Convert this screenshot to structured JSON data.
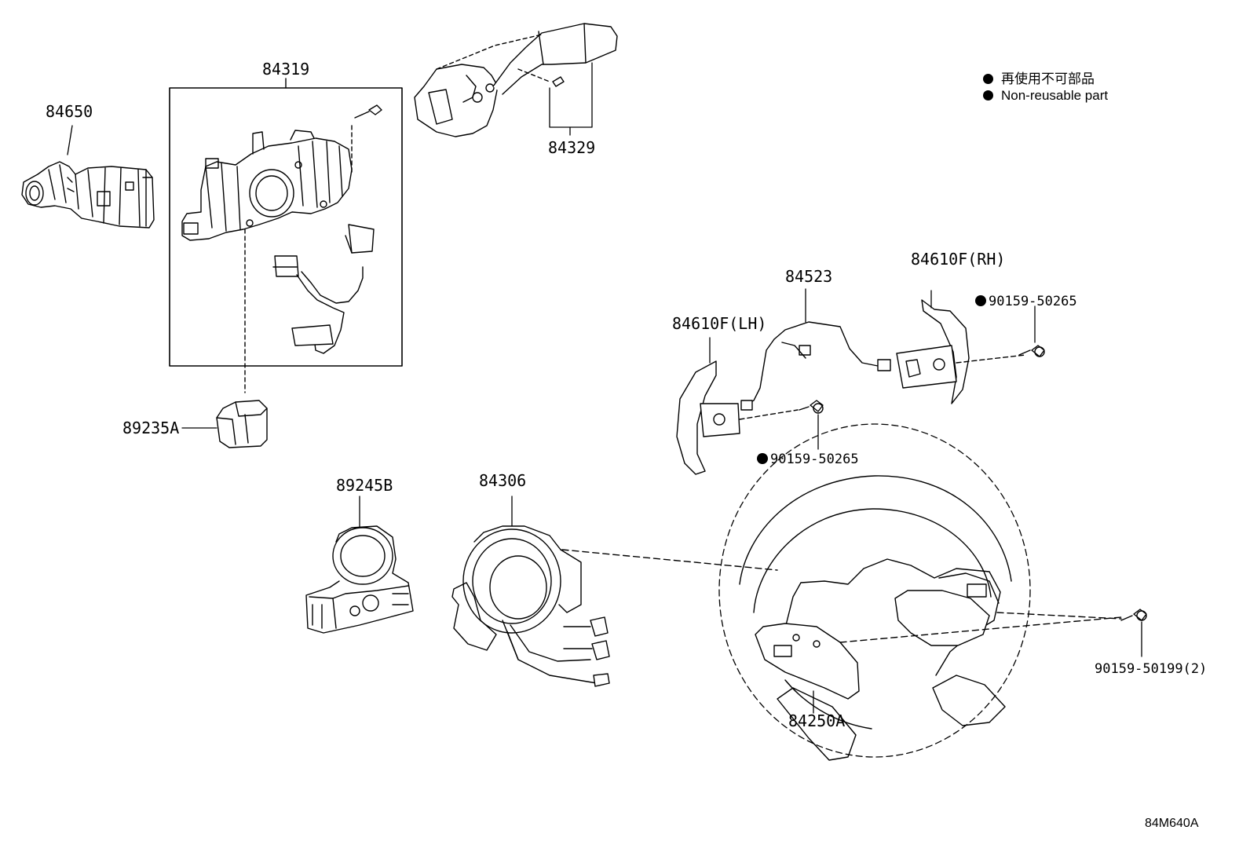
{
  "legend": {
    "line1": "再使用不可部品",
    "line2": "Non-reusable part"
  },
  "parts": {
    "p84650": "84650",
    "p84319": "84319",
    "p84329": "84329",
    "p89235A": "89235A",
    "p89245B": "89245B",
    "p84306": "84306",
    "p84523": "84523",
    "p84610F_RH": "84610F(RH)",
    "p84610F_LH": "84610F(LH)",
    "p90159_50265_a": "90159-50265",
    "p90159_50265_b": "90159-50265",
    "p90159_50199": "90159-50199(2)",
    "p84250A": "84250A"
  },
  "diagram_code": "84M640A",
  "icons": {
    "non_reusable_marker": "filled-circle"
  }
}
